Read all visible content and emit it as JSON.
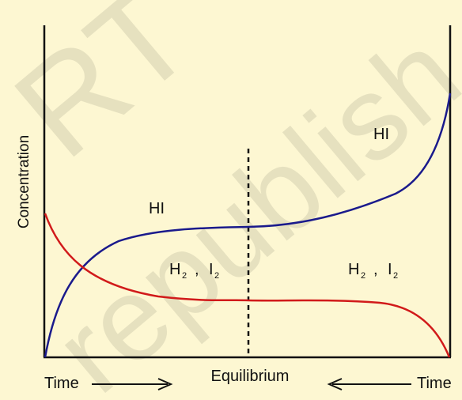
{
  "diagram": {
    "y_axis_label": "Concentration",
    "left_time_label": "Time",
    "right_time_label": "Time",
    "equilibrium_label": "Equilibrium",
    "left_hi_label": "HI",
    "right_hi_label": "HI",
    "left_h2_label": "H",
    "left_i2_label": "I",
    "right_h2_label": "H",
    "right_i2_label": "I",
    "subscript": "2",
    "separator": ",",
    "hi_curve_color": "#1a1a8c",
    "h2_i2_curve_color": "#d11a1a",
    "axis_color": "#111111"
  },
  "watermark": {
    "text_1": "RT",
    "text_2": "republish"
  }
}
